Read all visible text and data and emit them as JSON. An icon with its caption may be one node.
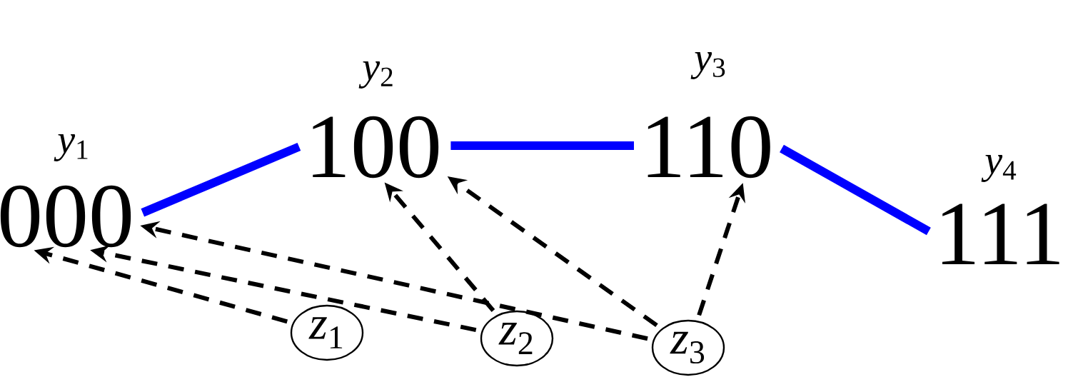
{
  "diagram": {
    "nodes": [
      {
        "text": [
          "000"
        ],
        "beside": [
          "*y*$_{1}$"
        ]
      },
      {
        "text": [
          "100"
        ],
        "beside": [
          "*y*$_{2}$"
        ]
      },
      {
        "text": [
          "110"
        ],
        "beside": [
          "*y*$_{3}$"
        ]
      },
      {
        "text": [
          "111"
        ],
        "beside": [
          "*y*$_{4}$"
        ]
      },
      {
        "text": [
          "*z*$_{1}$"
        ]
      },
      {
        "text": [
          "*z*$_{2}$"
        ]
      },
      {
        "text": [
          "*z*$_{3}$"
        ]
      }
    ],
    "edges": [
      {
        "from": 0,
        "to": 1,
        "arrow": "none",
        "style": "thick",
        "color": "#0000ff"
      },
      {
        "from": 1,
        "to": 2,
        "arrow": "none",
        "style": "thick",
        "color": "#0000ff"
      },
      {
        "from": 2,
        "to": 3,
        "arrow": "none",
        "style": "thick",
        "color": "#0000ff"
      },
      {
        "from": 4,
        "to": 0,
        "arrow": "to",
        "style": "dashed"
      },
      {
        "from": 5,
        "to": 0,
        "arrow": "to",
        "style": "dashed"
      },
      {
        "from": 5,
        "to": 1,
        "arrow": "to",
        "style": "dashed"
      },
      {
        "from": 6,
        "to": 0,
        "arrow": "to",
        "style": "dashed"
      },
      {
        "from": 6,
        "to": 1,
        "arrow": "to",
        "style": "dashed"
      },
      {
        "from": 6,
        "to": 2,
        "arrow": "to",
        "style": "dashed"
      }
    ]
  }
}
